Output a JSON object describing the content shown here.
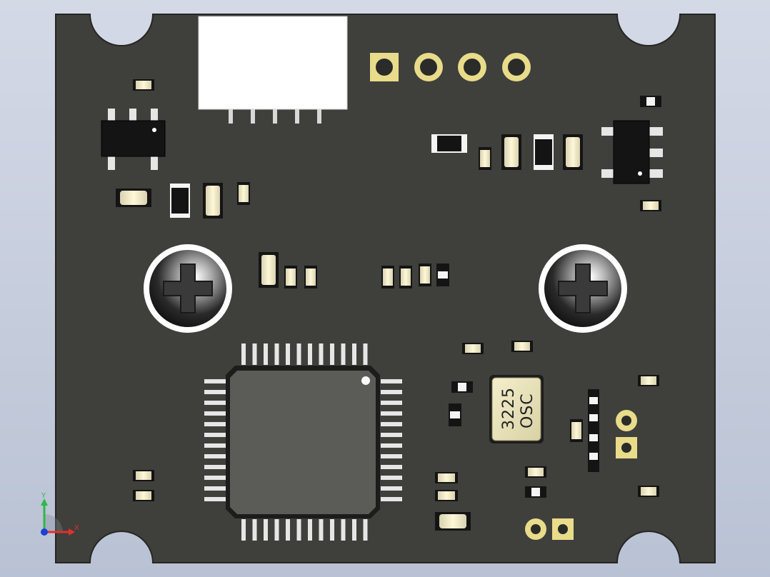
{
  "board": {
    "color": "#3f3f3c",
    "edge_color": "#2a2a28"
  },
  "oscillator": {
    "line1": "3225",
    "line2": "OSC"
  },
  "triad": {
    "x_label": "X",
    "y_label": "Y",
    "x_color": "#e0312b",
    "y_color": "#2db84a",
    "z_color": "#1f3fd6"
  },
  "colors": {
    "pad_gold": "#e8dc8a",
    "chip_black": "#141414",
    "mcu_body": "#5b5c58",
    "pin_silver": "#e6e6e6",
    "connector_white": "#ffffff"
  }
}
